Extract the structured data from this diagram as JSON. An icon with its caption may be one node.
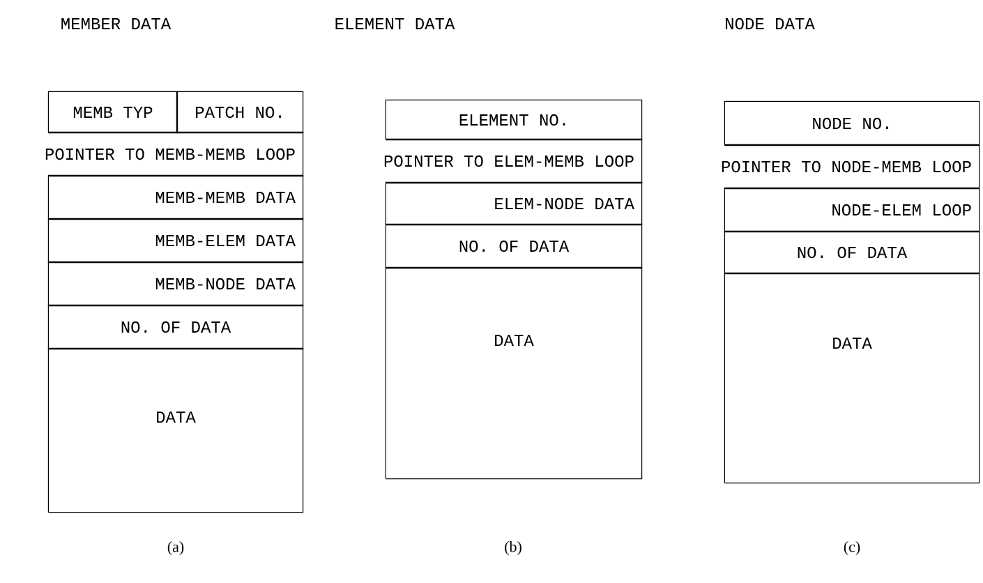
{
  "diagram": {
    "nodes": [
      {
        "text": [
          "MEMB TYP"
        ]
      },
      {
        "text": [
          "PATCH NO."
        ]
      },
      {
        "text": [
          "POINTER TO MEMB-MEMB LOOP"
        ]
      },
      {
        "text": [
          "MEMB-MEMB DATA"
        ]
      },
      {
        "text": [
          "MEMB-ELEM DATA"
        ]
      },
      {
        "text": [
          "MEMB-NODE DATA"
        ]
      },
      {
        "text": [
          "NO. OF DATA"
        ]
      },
      {
        "text": [
          "DATA"
        ]
      },
      {
        "text": [
          "ELEMENT NO."
        ]
      },
      {
        "text": [
          "POINTER TO ELEM-MEMB LOOP"
        ]
      },
      {
        "text": [
          "ELEM-NODE DATA"
        ]
      },
      {
        "text": [
          "NO. OF DATA"
        ]
      },
      {
        "text": [
          "DATA"
        ]
      },
      {
        "text": [
          "NODE NO."
        ]
      },
      {
        "text": [
          "POINTER TO NODE-MEMB LOOP"
        ]
      },
      {
        "text": [
          "NODE-ELEM LOOP"
        ]
      },
      {
        "text": [
          "NO. OF DATA"
        ]
      },
      {
        "text": [
          "DATA"
        ]
      }
    ],
    "labels": [
      "MEMBER DATA",
      "ELEMENT DATA",
      "NODE DATA",
      "(a)",
      "(b)",
      "(c)"
    ]
  }
}
